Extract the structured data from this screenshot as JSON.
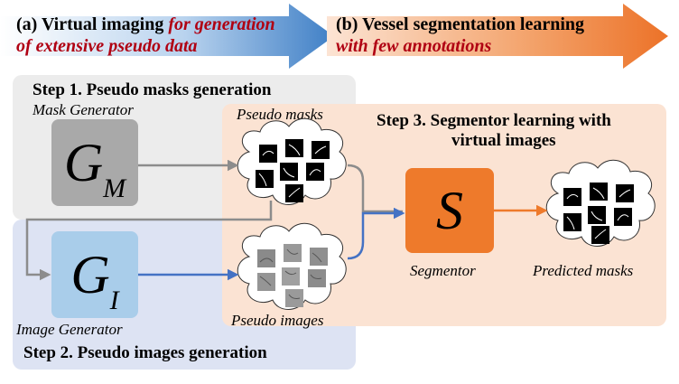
{
  "header": {
    "a_line1_bold": "(a) Virtual imaging ",
    "a_line1_red": "for generation",
    "a_line2_red": "of extensive pseudo data",
    "b_line1_bold": "(b) Vessel segmentation learning",
    "b_line2_red": "with few annotations"
  },
  "steps": {
    "step1_title": "Step 1. Pseudo masks generation",
    "step2_title": "Step 2. Pseudo images generation",
    "step3_title_line1": "Step 3. Segmentor learning with",
    "step3_title_line2": "virtual images"
  },
  "labels": {
    "mask_generator": "Mask Generator",
    "image_generator": "Image Generator",
    "pseudo_masks": "Pseudo masks",
    "pseudo_images": "Pseudo images",
    "segmentor": "Segmentor",
    "predicted_masks": "Predicted masks"
  },
  "symbols": {
    "gm_main": "G",
    "gm_sub": "M",
    "gi_main": "G",
    "gi_sub": "I",
    "segmentor": "S"
  },
  "colors": {
    "arrow_a_blue": "#4a86c8",
    "arrow_b_orange": "#ee7a2b",
    "red_text": "#b00012",
    "gray_arrow": "#8c8c8c",
    "blue_arrow": "#4472c4",
    "orange_arrow": "#ee7a2b"
  }
}
